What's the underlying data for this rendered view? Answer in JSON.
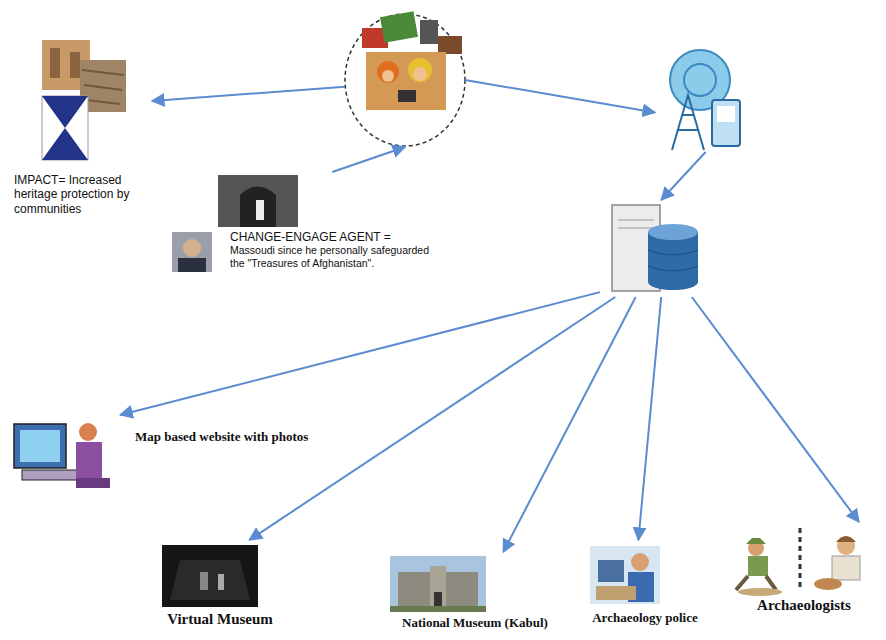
{
  "diagram": {
    "nodes": [
      {
        "text": [
          "IMPACT= Increased heritage protection by communities"
        ]
      },
      {
        "text": []
      },
      {
        "text": []
      },
      {
        "text": [
          "CHANGE-ENGAGE AGENT =",
          "Massoudi since he personally safeguarded the \"Treasures of Afghanistan\"."
        ]
      },
      {
        "text": []
      },
      {
        "text": [
          "Map based website with photos"
        ]
      },
      {
        "text": [
          "Virtual Museum"
        ]
      },
      {
        "text": [
          "National Museum (Kabul)"
        ]
      },
      {
        "text": [
          "Archaeology police"
        ]
      },
      {
        "text": [
          "Archaeologists"
        ]
      }
    ],
    "edges": [
      {
        "from": 1,
        "to": 0,
        "arrow": "to"
      },
      {
        "from": 1,
        "to": 2,
        "arrow": "to"
      },
      {
        "from": 3,
        "to": 1,
        "arrow": "to"
      },
      {
        "from": 2,
        "to": 4,
        "arrow": "to"
      },
      {
        "from": 4,
        "to": 5,
        "arrow": "to"
      },
      {
        "from": 4,
        "to": 6,
        "arrow": "to"
      },
      {
        "from": 4,
        "to": 7,
        "arrow": "to"
      },
      {
        "from": 4,
        "to": 8,
        "arrow": "to"
      },
      {
        "from": 4,
        "to": 9,
        "arrow": "to"
      }
    ]
  }
}
